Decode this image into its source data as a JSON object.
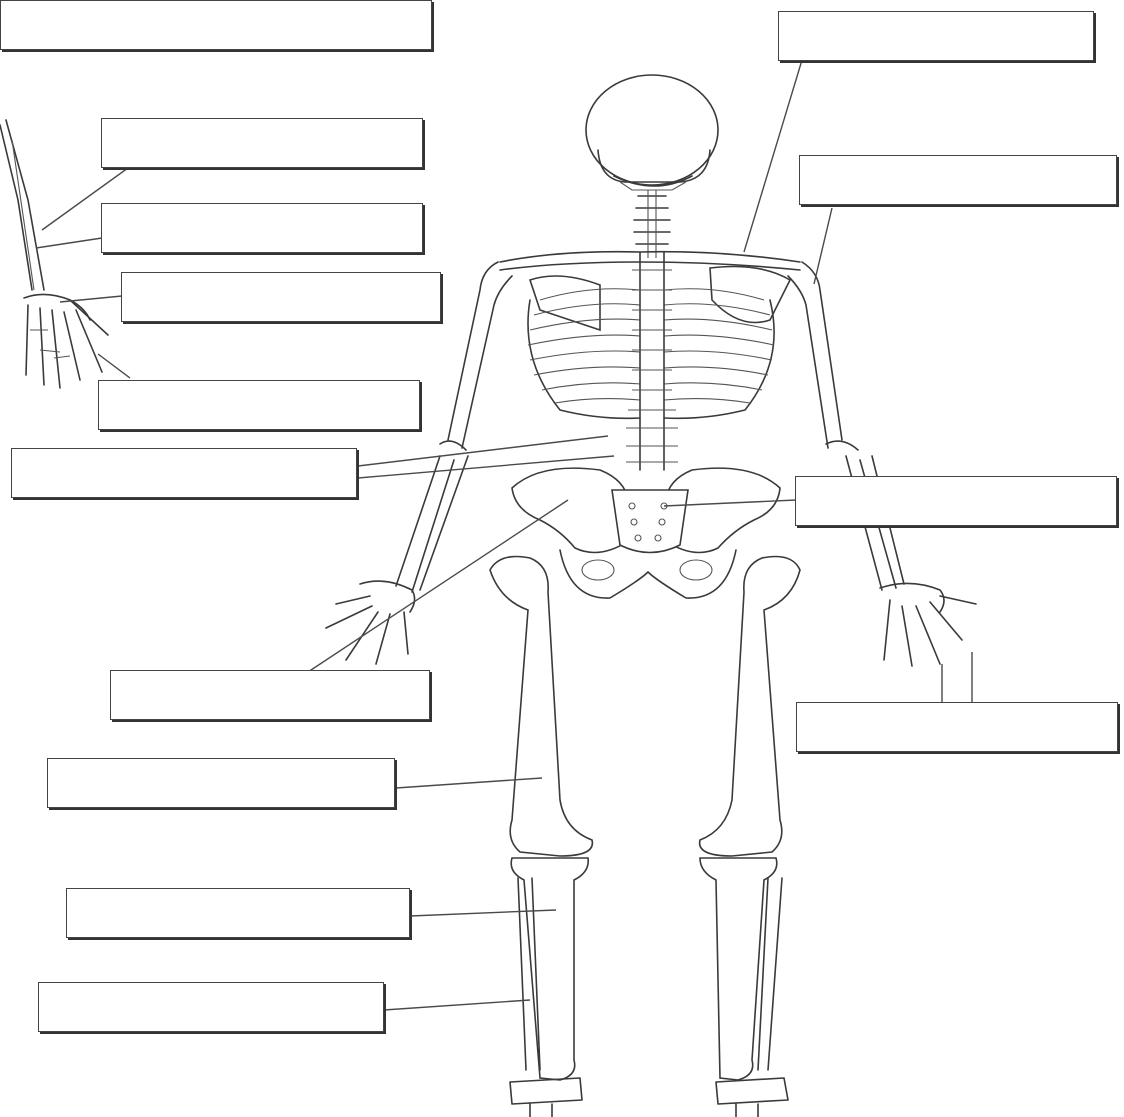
{
  "worksheet": {
    "label_boxes": [
      {
        "id": "box-1",
        "value": ""
      },
      {
        "id": "box-2",
        "value": ""
      },
      {
        "id": "box-3",
        "value": ""
      },
      {
        "id": "box-4",
        "value": ""
      },
      {
        "id": "box-5",
        "value": ""
      },
      {
        "id": "box-6",
        "value": ""
      },
      {
        "id": "box-7",
        "value": ""
      },
      {
        "id": "box-8",
        "value": ""
      },
      {
        "id": "box-9",
        "value": ""
      },
      {
        "id": "box-10",
        "value": ""
      },
      {
        "id": "box-11",
        "value": ""
      },
      {
        "id": "box-12",
        "value": ""
      },
      {
        "id": "box-13",
        "value": ""
      },
      {
        "id": "box-14",
        "value": ""
      }
    ],
    "colors": {
      "line": "#3a3a3a",
      "background": "#ffffff"
    }
  }
}
